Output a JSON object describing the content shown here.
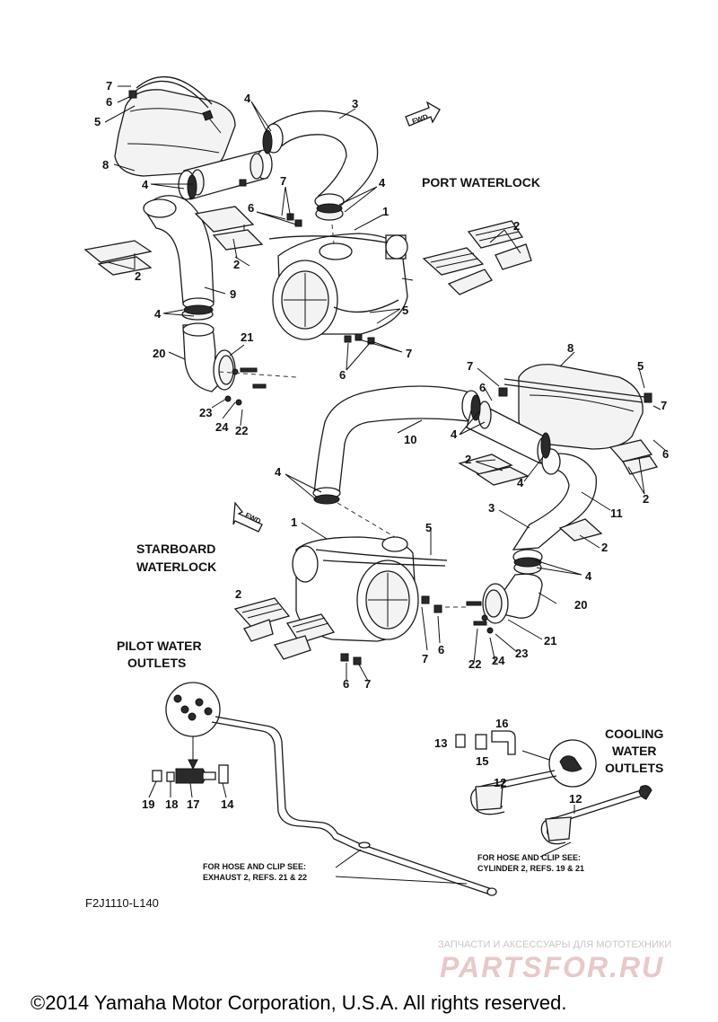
{
  "sections": {
    "port": "PORT WATERLOCK",
    "starboard_line1": "STARBOARD",
    "starboard_line2": "WATERLOCK",
    "pilot_line1": "PILOT WATER",
    "pilot_line2": "OUTLETS",
    "cooling_line1": "COOLING",
    "cooling_line2": "WATER",
    "cooling_line3": "OUTLETS"
  },
  "fwd_label": "FWD",
  "notes": {
    "cylinder_line1": "FOR HOSE AND CLIP SEE:",
    "cylinder_line2": "CYLINDER 2, REFS. 19 & 21",
    "exhaust_line1": "FOR HOSE AND CLIP SEE:",
    "exhaust_line2": "EXHAUST 2, REFS. 21 & 22"
  },
  "diagram_code": "F2J1110-L140",
  "watermark": {
    "line1": "ЗАПЧАСТИ И АКСЕССУАРЫ ДЛЯ МОТОТЕХНИКИ",
    "line2": "PARTSFOR.RU"
  },
  "copyright": "©2014 Yamaha Motor Corporation, U.S.A. All rights reserved.",
  "callouts": {
    "c_7a": "7",
    "c_6a": "6",
    "c_5a": "5",
    "c_8a": "8",
    "c_4a": "4",
    "c_3a": "3",
    "c_4b": "4",
    "c_7b": "7",
    "c_6b": "6",
    "c_4c": "4",
    "c_1a": "1",
    "c_2a": "2",
    "c_2b": "2",
    "c_2c": "2",
    "c_9": "9",
    "c_4d": "4",
    "c_5b": "5",
    "c_7c": "7",
    "c_6c": "6",
    "c_20a": "20",
    "c_21a": "21",
    "c_23a": "23",
    "c_24a": "24",
    "c_22a": "22",
    "c_8b": "8",
    "c_7d": "7",
    "c_5c": "5",
    "c_6d": "6",
    "c_7e": "7",
    "c_6e": "6",
    "c_10": "10",
    "c_4e": "4",
    "c_2d": "2",
    "c_4f": "4",
    "c_2e": "2",
    "c_4g": "4",
    "c_11": "11",
    "c_3b": "3",
    "c_2f": "2",
    "c_1b": "1",
    "c_5d": "5",
    "c_4h": "4",
    "c_20b": "20",
    "c_2g": "2",
    "c_7f": "7",
    "c_6f": "6",
    "c_21b": "21",
    "c_23b": "23",
    "c_24b": "24",
    "c_22b": "22",
    "c_6g": "6",
    "c_7g": "7",
    "c_16": "16",
    "c_13": "13",
    "c_15": "15",
    "c_12a": "12",
    "c_12b": "12",
    "c_19": "19",
    "c_18": "18",
    "c_17": "17",
    "c_14": "14"
  }
}
